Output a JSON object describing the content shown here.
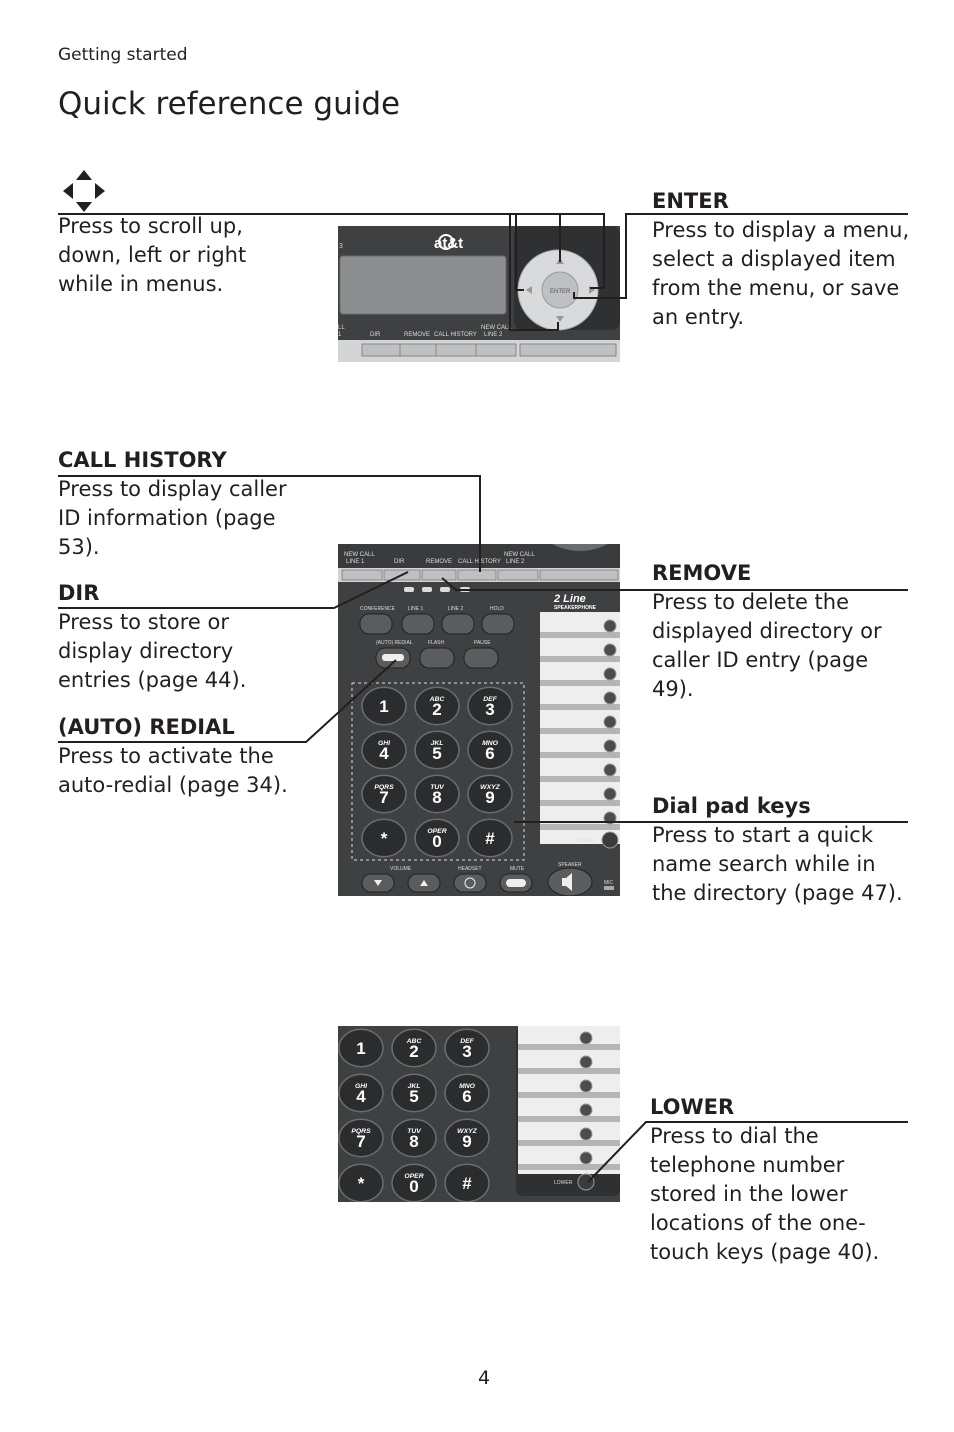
{
  "header": {
    "section": "Getting started",
    "title": "Quick reference guide"
  },
  "callouts": {
    "nav": {
      "body": "Press to scroll up,\ndown, left or right\nwhile in menus."
    },
    "enter": {
      "title": "ENTER",
      "body": "Press to display a menu,\nselect a displayed item\nfrom the menu, or save\nan entry."
    },
    "call_history": {
      "title": "CALL HISTORY",
      "body": "Press to display caller\nID information (page\n53)."
    },
    "dir": {
      "title": "DIR",
      "body": "Press to store or\ndisplay directory\nentries (page 44)."
    },
    "redial": {
      "title": "(AUTO) REDIAL",
      "body": "Press to activate the\nauto-redial (page 34)."
    },
    "remove": {
      "title": "REMOVE",
      "body": "Press to delete the\ndisplayed directory or\ncaller ID entry (page\n49)."
    },
    "dialpad": {
      "title": "Dial pad keys",
      "body": "Press to start a quick\nname search while in\nthe directory (page 47)."
    },
    "lower": {
      "title": "LOWER",
      "body": "Press to dial the\ntelephone number\nstored in the lower\nlocations of the one-\ntouch keys (page 40)."
    }
  },
  "phone": {
    "brand": "at&t",
    "top_labels": [
      "DIR",
      "REMOVE",
      "CALL HISTORY",
      "NEW CALL",
      "LINE 2"
    ],
    "mid_top_labels": [
      "NEW CALL",
      "LINE 1",
      "DIR",
      "REMOVE",
      "CALL HISTORY",
      "NEW CALL",
      "LINE 2"
    ],
    "function_labels": [
      "CONFERENCE",
      "LINE 1",
      "LINE 2",
      "HOLD",
      "(AUTO) REDIAL",
      "FLASH",
      "PAUSE"
    ],
    "logo_line1": "2 Line",
    "logo_line2": "SPEAKERPHONE",
    "keys": [
      {
        "digit": "1",
        "letters": ""
      },
      {
        "digit": "2",
        "letters": "ABC"
      },
      {
        "digit": "3",
        "letters": "DEF"
      },
      {
        "digit": "4",
        "letters": "GHI"
      },
      {
        "digit": "5",
        "letters": "JKL"
      },
      {
        "digit": "6",
        "letters": "MNO"
      },
      {
        "digit": "7",
        "letters": "PQRS"
      },
      {
        "digit": "8",
        "letters": "TUV"
      },
      {
        "digit": "9",
        "letters": "WXYZ"
      },
      {
        "digit": "*",
        "letters": ""
      },
      {
        "digit": "0",
        "letters": "OPER"
      },
      {
        "digit": "#",
        "letters": ""
      }
    ],
    "bottom_labels": [
      "VOLUME",
      "HEADSET",
      "MUTE",
      "SPEAKER",
      "MIC"
    ],
    "lower_label": "LOWER"
  },
  "page_number": "4",
  "colors": {
    "phone_body": "#3f4042",
    "key": "#2b2c2e",
    "panel": "#c8c9cb",
    "text": "#231f20"
  }
}
